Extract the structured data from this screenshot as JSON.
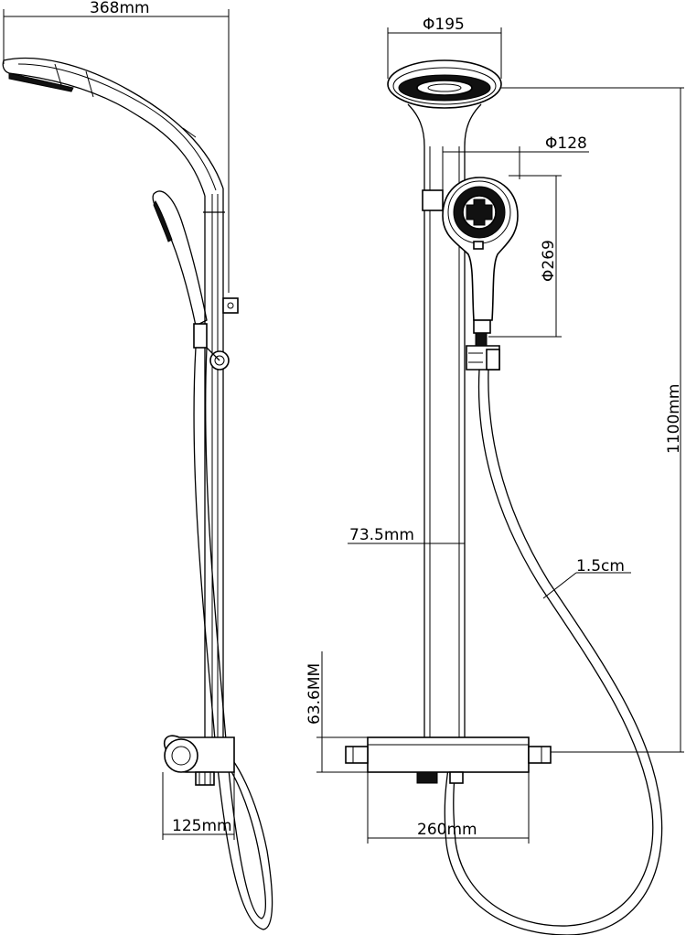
{
  "dimensions": {
    "overall_depth": "368mm",
    "top_head_diameter": "Φ195",
    "hand_head_diameter": "Φ128",
    "hand_shower_length": "Φ269",
    "overall_height": "1100mm",
    "rail_offset": "73.5mm",
    "hose_length": "1.5cm",
    "valve_height": "63.6MM",
    "valve_width": "260mm",
    "valve_depth": "125mm"
  },
  "colors": {
    "line": "#000000",
    "background": "#ffffff"
  }
}
